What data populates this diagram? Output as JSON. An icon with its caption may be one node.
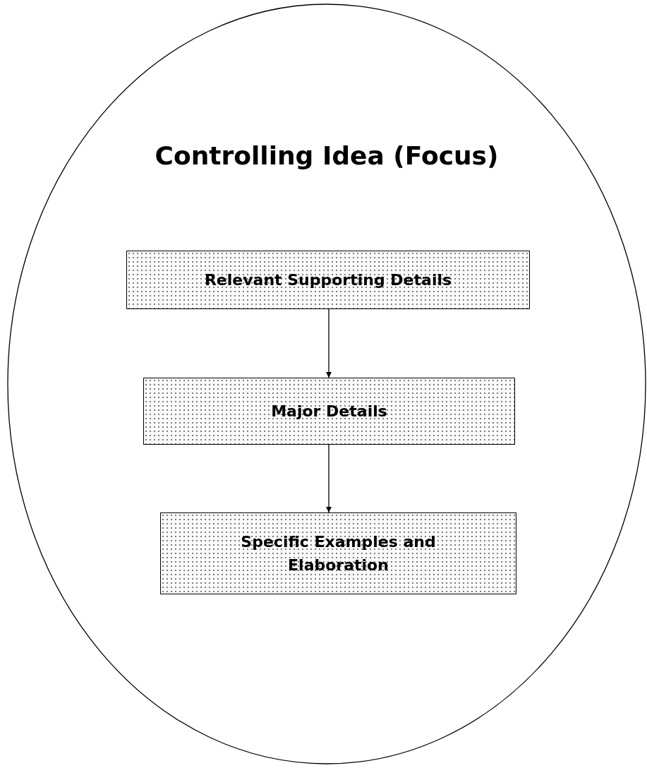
{
  "diagram": {
    "nodes": [
      {
        "text": [
          "Controlling Idea (Focus)"
        ]
      },
      {
        "text": [
          "Relevant Supporting Details"
        ],
        "in": 0
      },
      {
        "text": [
          "Major Details"
        ],
        "in": 0
      },
      {
        "text": [
          "Specific Examples and Elaboration"
        ],
        "in": 0
      }
    ],
    "edges": [
      {
        "from": 1,
        "to": 2,
        "arrow": "to"
      },
      {
        "from": 2,
        "to": 3,
        "arrow": "to"
      }
    ]
  }
}
